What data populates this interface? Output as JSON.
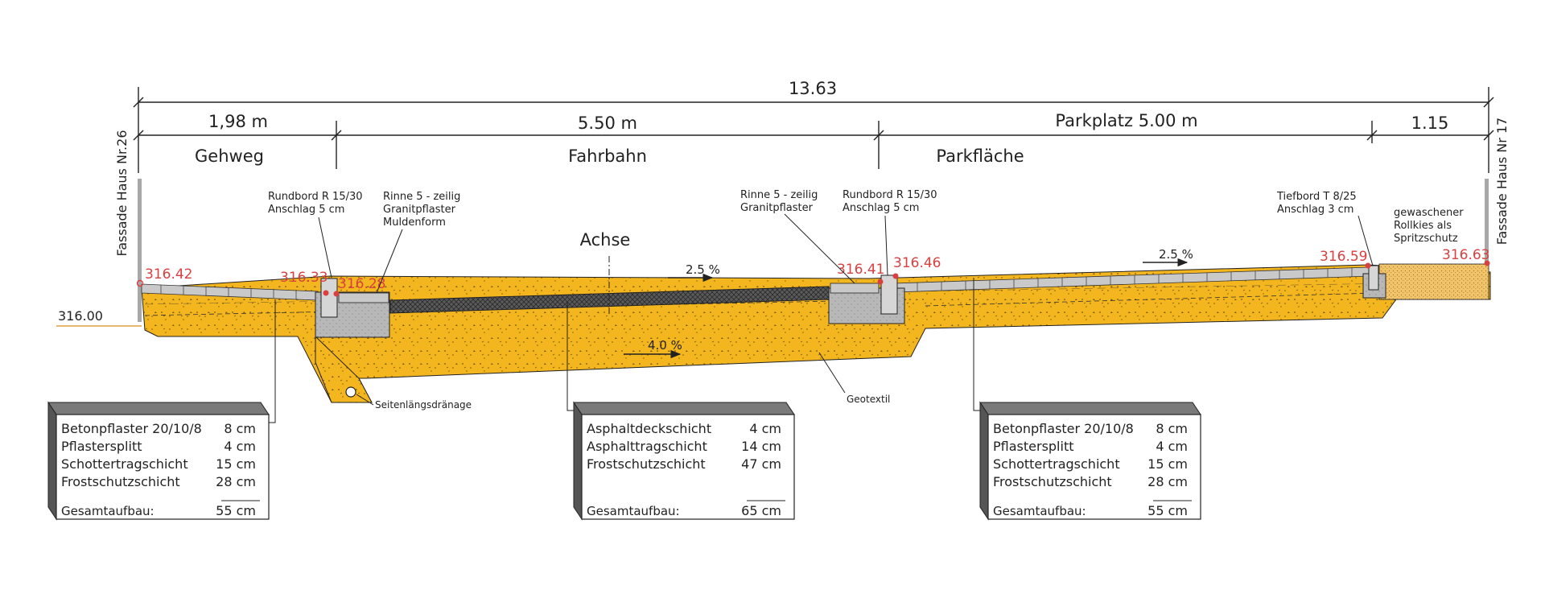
{
  "dimensions": {
    "total": "13.63",
    "gehweg_width": "1,98 m",
    "fahrbahn_width": "5.50 m",
    "parkplatz_width": "Parkplatz 5.00 m",
    "right_width": "1.15"
  },
  "zones": {
    "gehweg": "Gehweg",
    "fahrbahn": "Fahrbahn",
    "parkflaeche": "Parkfläche"
  },
  "facades": {
    "left": "Fassade Haus Nr.26",
    "right": "Fassade Haus Nr 17"
  },
  "axis_label": "Achse",
  "reference_level": "316.00",
  "elevations": {
    "e1": "316.42",
    "e2": "316.33",
    "e3": "316.28",
    "e4": "316.41",
    "e5": "316.46",
    "e6": "316.59",
    "e7": "316.63"
  },
  "annotations": {
    "rundbord_left": [
      "Rundbord R 15/30",
      "Anschlag 5 cm"
    ],
    "rinne_left": [
      "Rinne 5 - zeilig",
      "Granitpflaster",
      "Muldenform"
    ],
    "rinne_right": [
      "Rinne 5 - zeilig",
      "Granitpflaster"
    ],
    "rundbord_right": [
      "Rundbord R 15/30",
      "Anschlag 5 cm"
    ],
    "tiefbord": [
      "Tiefbord T 8/25",
      "Anschlag 3 cm"
    ],
    "rollkies": [
      "gewaschener",
      "Rollkies als",
      "Spritzschutz"
    ],
    "seitenlaengsdraenage": "Seitenlängsdränage",
    "geotextil": "Geotextil"
  },
  "slopes": {
    "road": "2.5 %",
    "parking": "2.5 %",
    "subgrade": "4.0 %"
  },
  "layer_boxes": [
    {
      "layers": [
        {
          "name": "Betonpflaster 20/10/8",
          "thickness": "8 cm"
        },
        {
          "name": "Pflastersplitt",
          "thickness": "4 cm"
        },
        {
          "name": "Schottertragschicht",
          "thickness": "15 cm"
        },
        {
          "name": "Frostschutzschicht",
          "thickness": "28 cm"
        }
      ],
      "total_label": "Gesamtaufbau:",
      "total": "55 cm"
    },
    {
      "layers": [
        {
          "name": "Asphaltdeckschicht",
          "thickness": "4 cm"
        },
        {
          "name": "Asphalttragschicht",
          "thickness": "14 cm"
        },
        {
          "name": "Frostschutzschicht",
          "thickness": "47 cm"
        }
      ],
      "total_label": "Gesamtaufbau:",
      "total": "65 cm"
    },
    {
      "layers": [
        {
          "name": "Betonpflaster 20/10/8",
          "thickness": "8 cm"
        },
        {
          "name": "Pflastersplitt",
          "thickness": "4 cm"
        },
        {
          "name": "Schottertragschicht",
          "thickness": "15 cm"
        },
        {
          "name": "Frostschutzschicht",
          "thickness": "28 cm"
        }
      ],
      "total_label": "Gesamtaufbau:",
      "total": "55 cm"
    }
  ],
  "colors": {
    "fill_yellow": "#f4b61e",
    "elevation_red": "#d94040",
    "reference_line": "#e0a040",
    "asphalt": "#5a5a5a",
    "concrete": "#b8b8b8",
    "paving": "#c9c9c9"
  }
}
